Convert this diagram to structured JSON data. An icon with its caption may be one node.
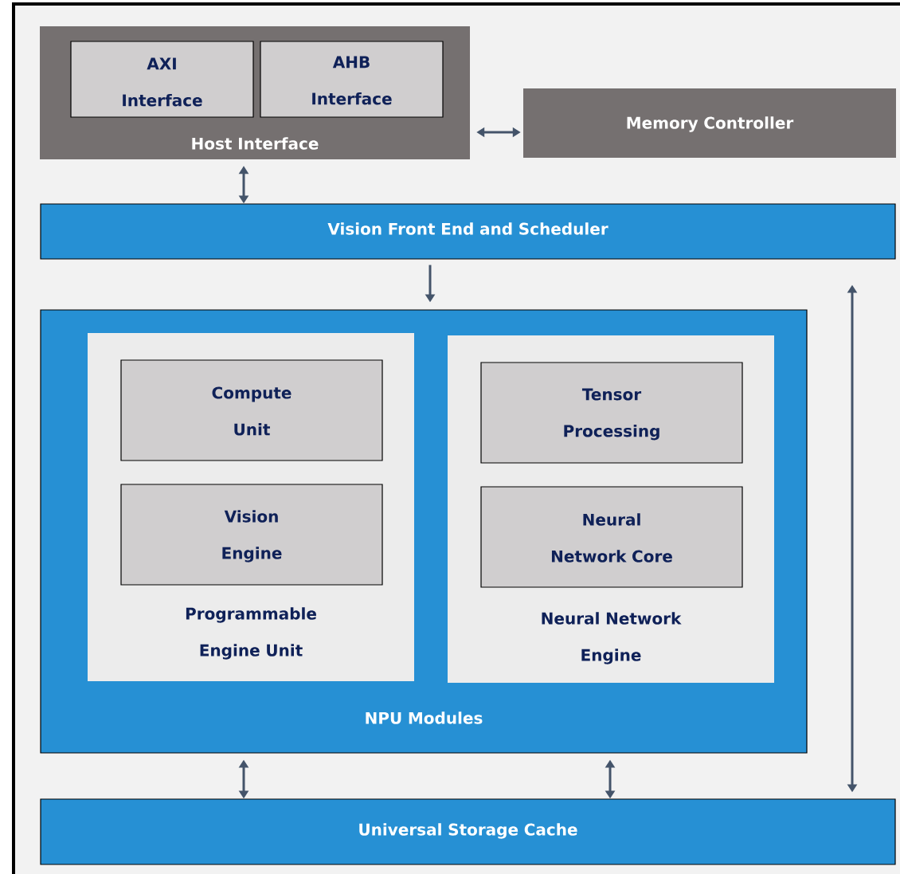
{
  "diagram": {
    "nodes": [
      {
        "text": [
          "Host Interface"
        ]
      },
      {
        "text": [
          "AXI Interface"
        ],
        "in": 0
      },
      {
        "text": [
          "AHB Interface"
        ],
        "in": 0
      },
      {
        "text": [
          "Memory Controller"
        ]
      },
      {
        "text": [
          "Vision Front End and Scheduler"
        ]
      },
      {
        "text": [
          "NPU Modules"
        ]
      },
      {
        "text": [
          "Programmable Engine Unit"
        ],
        "in": 5
      },
      {
        "text": [
          "Compute Unit"
        ],
        "in": 6
      },
      {
        "text": [
          "Vision Engine"
        ],
        "in": 6
      },
      {
        "text": [
          "Neural Network Engine"
        ],
        "in": 5
      },
      {
        "text": [
          "Tensor Processing"
        ],
        "in": 9
      },
      {
        "text": [
          "Neural Network Core"
        ],
        "in": 9
      },
      {
        "text": [
          "Universal Storage Cache"
        ]
      }
    ],
    "edges": [
      {
        "from": 0,
        "to": 3,
        "arrow": "both"
      },
      {
        "from": 0,
        "to": 4,
        "arrow": "both"
      },
      {
        "from": 4,
        "to": 5,
        "arrow": "to"
      },
      {
        "from": 5,
        "to": 12,
        "arrow": "both"
      },
      {
        "from": 5,
        "to": 12,
        "arrow": "both"
      },
      {
        "from": 4,
        "to": 12,
        "arrow": "both"
      }
    ]
  }
}
